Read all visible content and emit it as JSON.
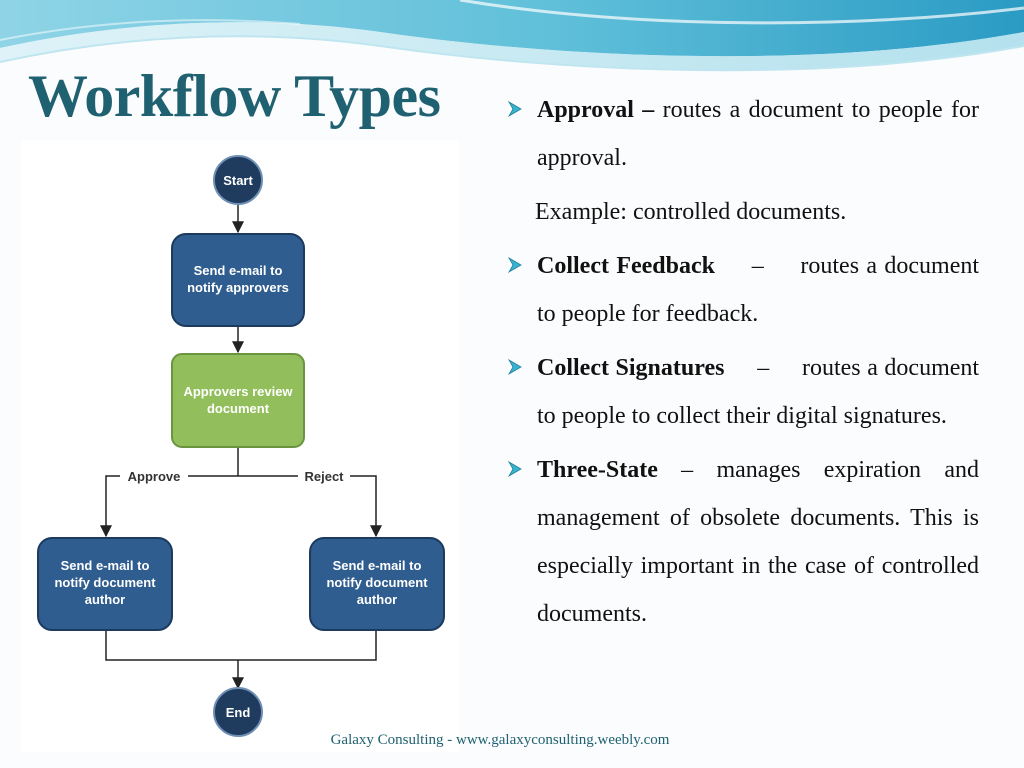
{
  "slide": {
    "title": "Workflow Types",
    "footer": "Galaxy Consulting - www.galaxyconsulting.weebly.com"
  },
  "flowchart": {
    "start": "Start",
    "end": "End",
    "send_approvers": [
      "Send e-mail to",
      "notify approvers"
    ],
    "review": [
      "Approvers review",
      "document"
    ],
    "approve_label": "Approve",
    "reject_label": "Reject",
    "notify_left": [
      "Send e-mail to",
      "notify document",
      "author"
    ],
    "notify_right": [
      "Send e-mail to",
      "notify document",
      "author"
    ]
  },
  "bullets": [
    {
      "lines": [
        [
          "Approval –",
          "routes",
          "a",
          "document",
          "to"
        ],
        [
          "people for approval."
        ]
      ]
    },
    {
      "example": "Example: controlled documents."
    },
    {
      "lines": [
        [
          "Collect",
          "Feedback",
          "–",
          "routes",
          "a"
        ],
        [
          "document to people for feedback."
        ]
      ]
    },
    {
      "lines": [
        [
          "Collect",
          "Signatures",
          "–",
          "routes",
          "a"
        ],
        [
          "document",
          "to",
          "people",
          "to",
          "collect",
          "their"
        ],
        [
          "digital signatures."
        ]
      ]
    },
    {
      "lines": [
        [
          "Three-State",
          "– manages expiration and"
        ],
        [
          "management",
          "of",
          "obsolete",
          "documents."
        ],
        [
          "This is especially important in the case"
        ],
        [
          "of controlled documents."
        ]
      ]
    }
  ],
  "colors": {
    "title": "#1f6170",
    "box_blue": "#2f5d8f",
    "box_green": "#92bf5c",
    "accent_arrow": "#36b3cf"
  }
}
